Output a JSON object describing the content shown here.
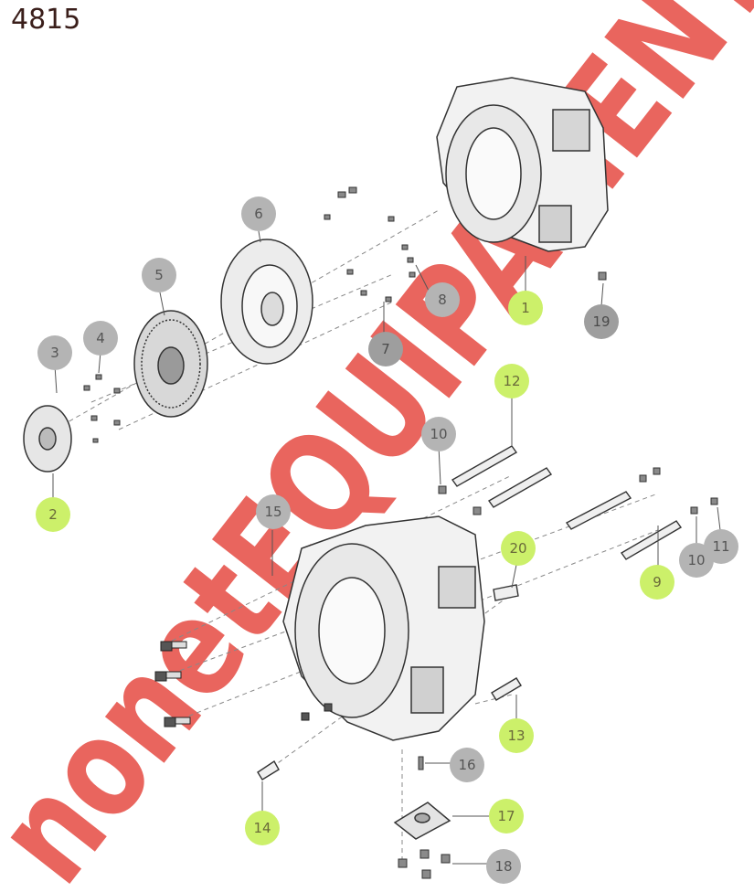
{
  "title": "4815",
  "watermark": {
    "text": "nonetEQUIPAMENT",
    "color": "#e2372d"
  },
  "callout_colors": {
    "grey": "#b4b4b4",
    "green": "#ccf06a"
  },
  "callouts": [
    {
      "id": "1",
      "label": "1",
      "style": "green"
    },
    {
      "id": "2",
      "label": "2",
      "style": "green"
    },
    {
      "id": "3",
      "label": "3",
      "style": "grey"
    },
    {
      "id": "4",
      "label": "4",
      "style": "grey"
    },
    {
      "id": "5",
      "label": "5",
      "style": "grey"
    },
    {
      "id": "6",
      "label": "6",
      "style": "grey"
    },
    {
      "id": "7",
      "label": "7",
      "style": "dark"
    },
    {
      "id": "8",
      "label": "8",
      "style": "grey"
    },
    {
      "id": "9",
      "label": "9",
      "style": "green"
    },
    {
      "id": "10a",
      "label": "10",
      "style": "grey"
    },
    {
      "id": "10b",
      "label": "10",
      "style": "grey"
    },
    {
      "id": "11",
      "label": "11",
      "style": "grey"
    },
    {
      "id": "12",
      "label": "12",
      "style": "green"
    },
    {
      "id": "13",
      "label": "13",
      "style": "green"
    },
    {
      "id": "14",
      "label": "14",
      "style": "green"
    },
    {
      "id": "15",
      "label": "15",
      "style": "grey"
    },
    {
      "id": "16",
      "label": "16",
      "style": "grey"
    },
    {
      "id": "17",
      "label": "17",
      "style": "green"
    },
    {
      "id": "18",
      "label": "18",
      "style": "grey"
    },
    {
      "id": "19",
      "label": "19",
      "style": "dark"
    },
    {
      "id": "20",
      "label": "20",
      "style": "green"
    }
  ]
}
